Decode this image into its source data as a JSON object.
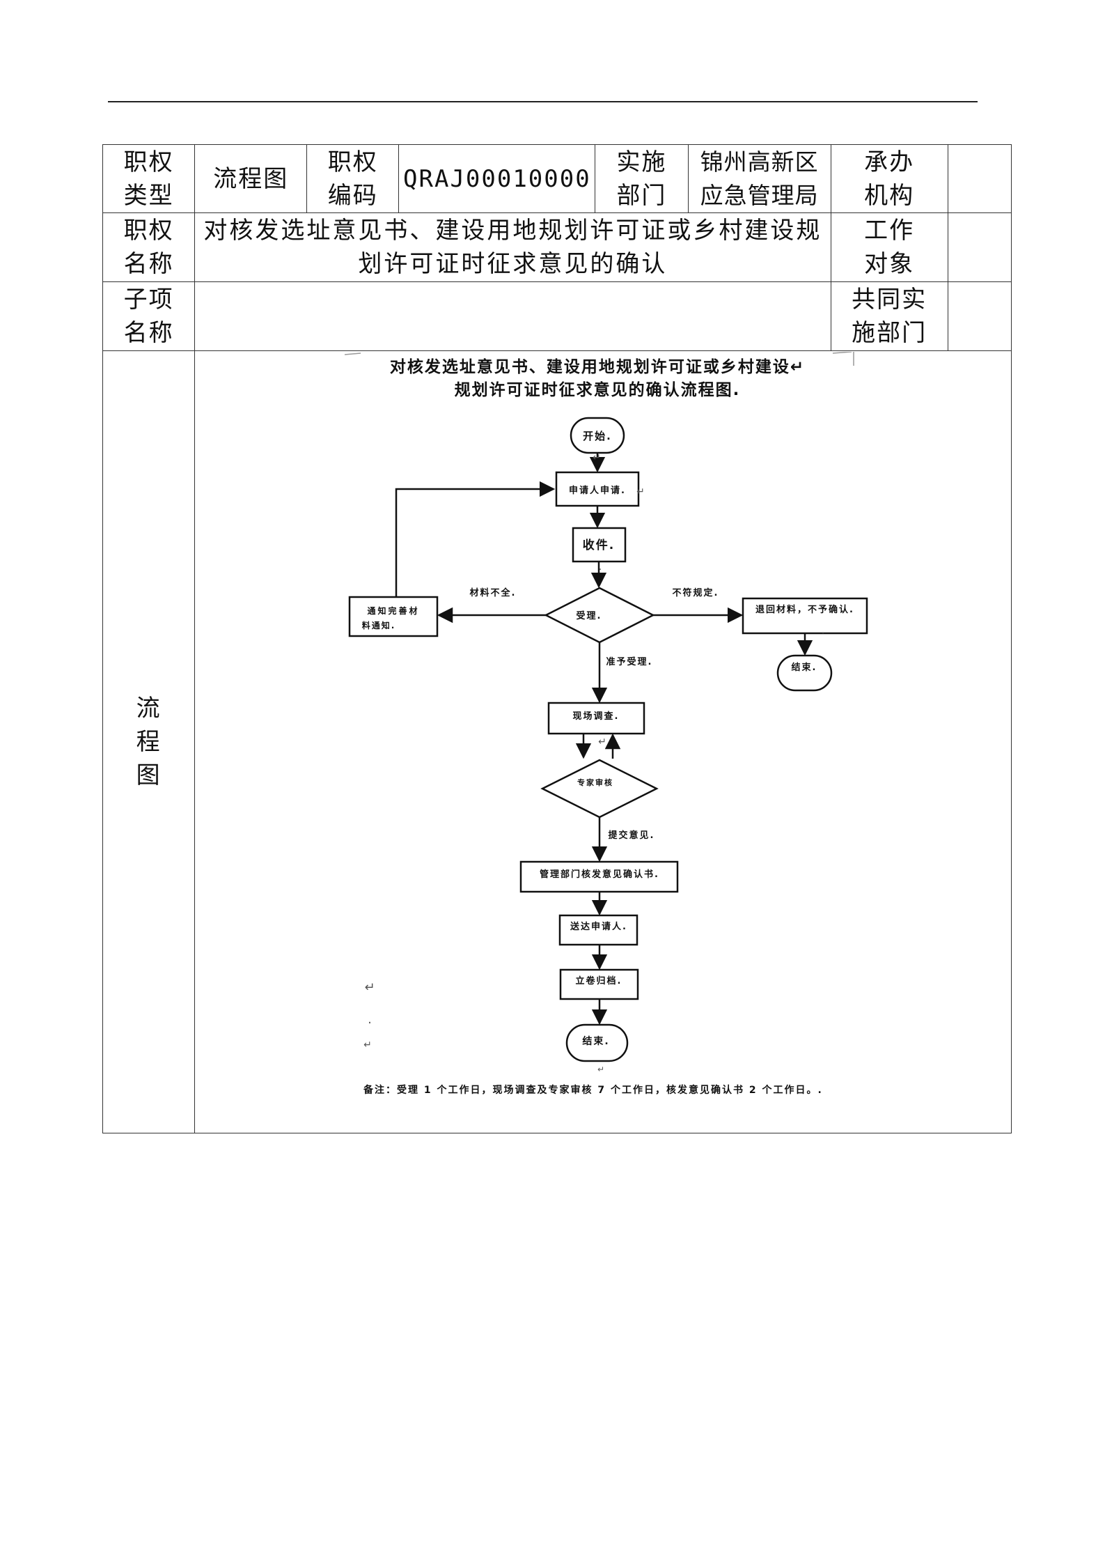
{
  "table": {
    "row1": {
      "type_label": "职权类型",
      "type_value": "流程图",
      "code_label": "职权编码",
      "code_value": "QRAJ00010000",
      "dept_label": "实施部门",
      "dept_value": "锦州高新区应急管理局",
      "org_label": "承办机构",
      "org_value": ""
    },
    "row2": {
      "name_label": "职权名称",
      "name_value": "对核发选址意见书、建设用地规划许可证或乡村建设规划许可证时征求意见的确认",
      "target_label": "工作对象",
      "target_value": ""
    },
    "row3": {
      "sub_label": "子项名称",
      "sub_value": "",
      "co_label": "共同实施部门",
      "co_value": ""
    },
    "row4": {
      "flow_label": "流程图"
    }
  },
  "flowchart": {
    "title_line1": "对核发选址意见书、建设用地规划许可证或乡村建设↵",
    "title_line2": "规划许可证时征求意见的确认流程图.",
    "nodes": {
      "start": "开始.",
      "apply": "申请人申请.",
      "receive": "收件.",
      "accept_decision": "受理.",
      "notify_supplement": [
        "通知完善材",
        "料通知."
      ],
      "return_material": "退回材料，不予确认.",
      "end_reject": "结束.",
      "site_survey": "现场调查.",
      "expert_review": "专家审核",
      "issue_confirmation": "管理部门核发意见确认书.",
      "deliver_applicant": "送达申请人.",
      "archive": "立卷归档.",
      "end": "结束."
    },
    "edge_labels": {
      "incomplete": "材料不全.",
      "noncompliant": "不符规定.",
      "accepted": "准予受理.",
      "submit_opinion": "提交意见."
    },
    "stray_marks": [
      "↵",
      "↵",
      ".",
      "↵",
      "↵",
      ".",
      "↵",
      "↵",
      "."
    ],
    "note": "备注：受理 1 个工作日，现场调查及专家审核 7 个工作日，核发意见确认书 2 个工作日。."
  }
}
